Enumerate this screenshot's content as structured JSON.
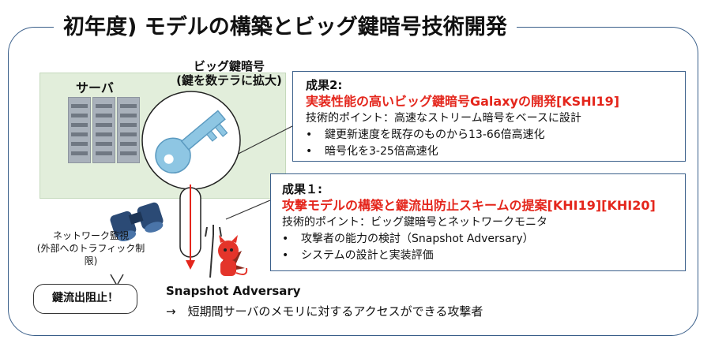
{
  "title": "初年度) モデルの構築とビッグ鍵暗号技術開発",
  "server": {
    "label": "サーバ"
  },
  "key": {
    "label_line1": "ビッグ鍵暗号",
    "label_line2": "(鍵を数テラに拡大)"
  },
  "result2": {
    "heading": "成果2:",
    "title": "実装性能の高いビッグ鍵暗号Galaxyの開発[KSHI19]",
    "point": "技術的ポイント：高速なストリーム暗号をベースに設計",
    "bullets": [
      "鍵更新速度を既存のものから13-66倍高速化",
      "暗号化を3-25倍高速化"
    ]
  },
  "result1": {
    "heading": "成果１:",
    "title": "攻撃モデルの構築と鍵流出防止スキームの提案[KHI19][KHI20]",
    "point": "技術的ポイント：ビッグ鍵暗号とネットワークモニタ",
    "bullets": [
      "攻撃者の能力の検討（Snapshot Adversary）",
      "システムの設計と実装評価"
    ]
  },
  "bullet_mark": "•",
  "monitor": {
    "label_line1": "ネットワーク監視",
    "label_line2": "(外部へのトラフィック制限)"
  },
  "bubble": {
    "text": "鍵流出阻止！"
  },
  "adversary": {
    "title": "Snapshot Adversary",
    "description": "→　短期間サーバのメモリに対するアクセスができる攻撃者"
  },
  "colors": {
    "frame": "#3a5f8a",
    "highlight": "#e4261c",
    "panel": "#e2eedb",
    "key": "#8ec6e3"
  },
  "icons": [
    "server-rack-icon",
    "key-icon",
    "binoculars-icon",
    "devil-icon",
    "down-arrow-icon"
  ]
}
